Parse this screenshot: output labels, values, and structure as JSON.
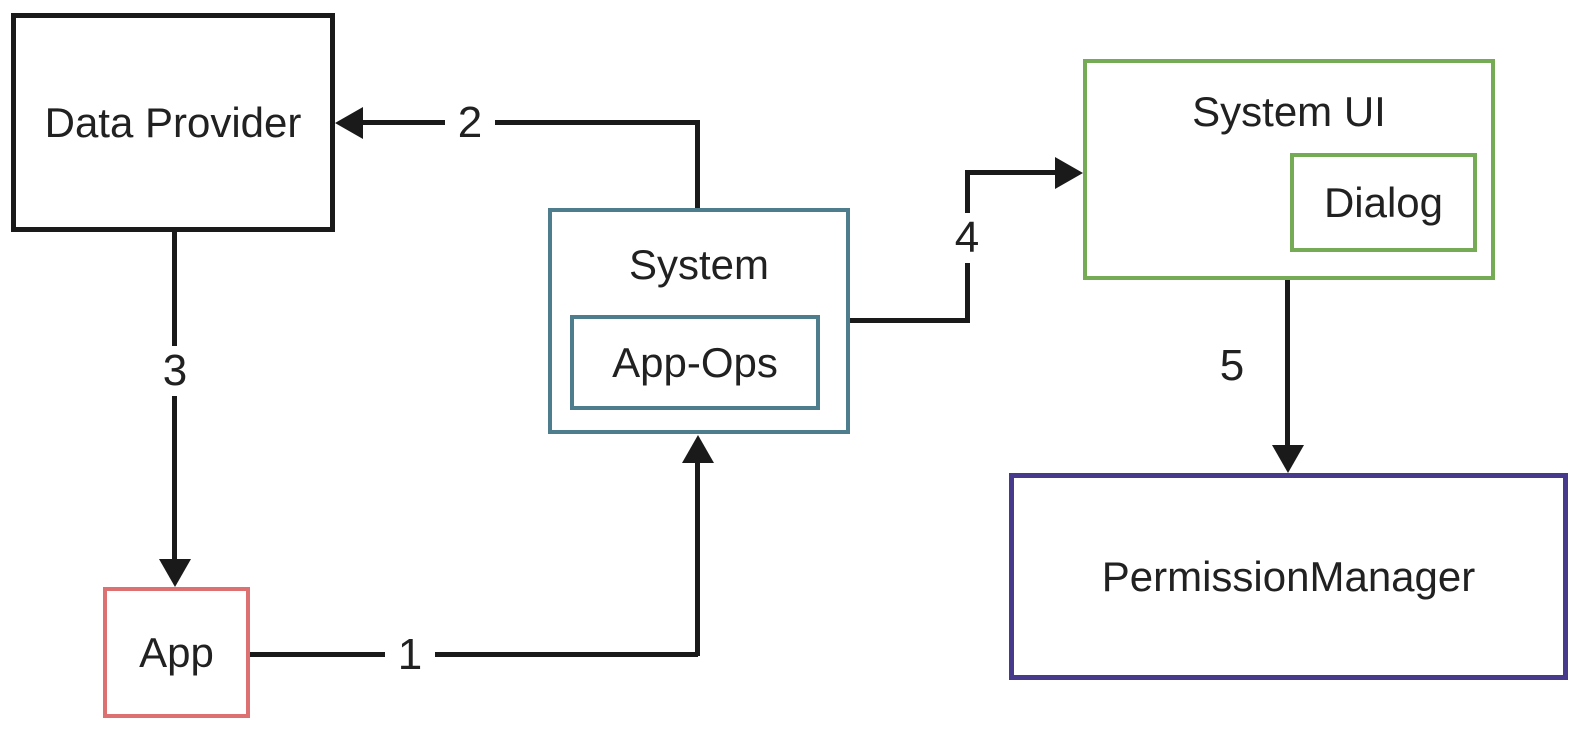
{
  "diagram": {
    "background_color": "#ffffff",
    "line_color": "#1a1a1a",
    "text_color": "#212121",
    "nodes": {
      "data_provider": {
        "label": "Data Provider",
        "border_color": "#1a1a1a"
      },
      "app": {
        "label": "App",
        "border_color": "#dd7070"
      },
      "system": {
        "label": "System",
        "border_color": "#4e7e8e"
      },
      "app_ops": {
        "label": "App-Ops",
        "border_color": "#4e7e8e",
        "parent": "System"
      },
      "system_ui": {
        "label": "System UI",
        "border_color": "#76ab56"
      },
      "dialog": {
        "label": "Dialog",
        "border_color": "#76ab56",
        "parent": "System UI"
      },
      "permission_manager": {
        "label": "PermissionManager",
        "border_color": "#473a8c"
      }
    },
    "edges": {
      "e1": {
        "label": "1",
        "from": "App",
        "to": "System"
      },
      "e2": {
        "label": "2",
        "from": "System",
        "to": "Data Provider"
      },
      "e3": {
        "label": "3",
        "from": "Data Provider",
        "to": "App"
      },
      "e4": {
        "label": "4",
        "from": "System",
        "to": "System UI"
      },
      "e5": {
        "label": "5",
        "from": "System UI",
        "to": "PermissionManager"
      }
    }
  }
}
